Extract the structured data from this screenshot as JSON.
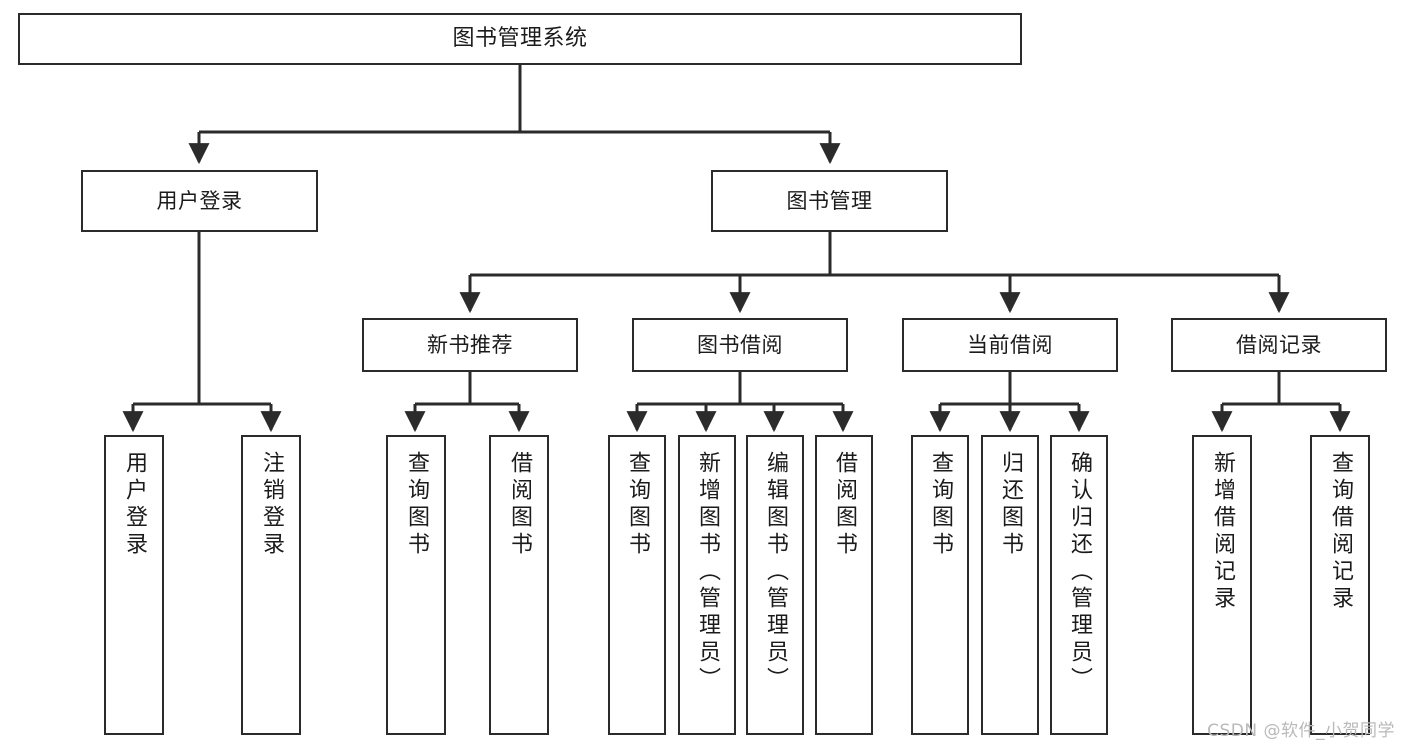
{
  "diagram": {
    "title": "图书管理系统",
    "type": "hierarchy-tree",
    "line_color": "#2b2b2b",
    "box_fill": "#ffffff",
    "box_border": "#2b2b2b"
  },
  "nodes": {
    "root": {
      "label": "图书管理系统"
    },
    "level2": [
      {
        "label": "用户登录"
      },
      {
        "label": "图书管理"
      }
    ],
    "level3": [
      {
        "label": "新书推荐"
      },
      {
        "label": "图书借阅"
      },
      {
        "label": "当前借阅"
      },
      {
        "label": "借阅记录"
      }
    ],
    "leaves": [
      {
        "label": "用户登录"
      },
      {
        "label": "注销登录"
      },
      {
        "label": "查询图书"
      },
      {
        "label": "借阅图书"
      },
      {
        "label": "查询图书"
      },
      {
        "label": "新增图书（管理员）"
      },
      {
        "label": "编辑图书（管理员）"
      },
      {
        "label": "借阅图书"
      },
      {
        "label": "查询图书"
      },
      {
        "label": "归还图书"
      },
      {
        "label": "确认归还（管理员）"
      },
      {
        "label": "新增借阅记录"
      },
      {
        "label": "查询借阅记录"
      }
    ]
  },
  "watermark": {
    "text": "CSDN @软件_小贺同学",
    "color": "#b9b9b9"
  }
}
